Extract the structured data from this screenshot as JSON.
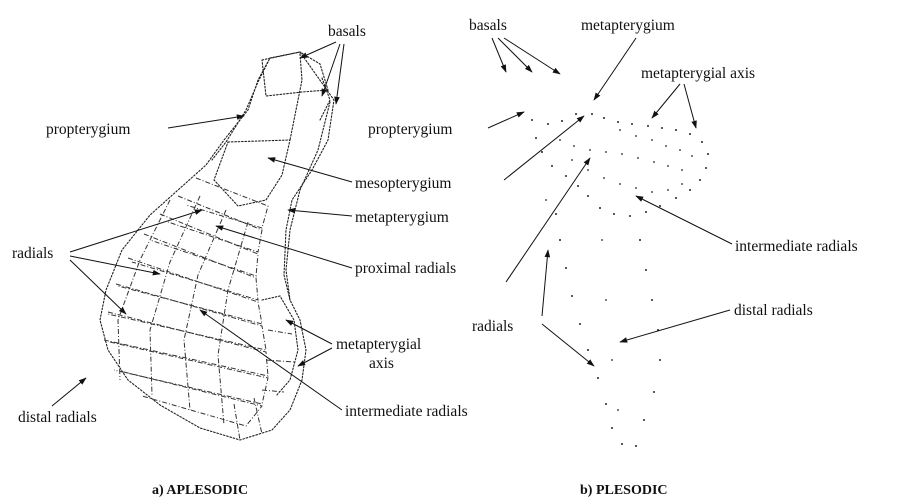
{
  "panel_a": {
    "caption": "a) APLESODIC",
    "labels": {
      "basals": "basals",
      "propterygium": "propterygium",
      "mesopterygium": "mesopterygium",
      "metapterygium": "metapterygium",
      "radials": "radials",
      "proximal_radials": "proximal radials",
      "metapterygial_axis_line1": "metapterygial",
      "metapterygial_axis_line2": "axis",
      "distal_radials": "distal radials",
      "intermediate_radials": "intermediate radials"
    }
  },
  "panel_b": {
    "caption": "b) PLESODIC",
    "labels": {
      "basals": "basals",
      "metapterygium": "metapterygium",
      "metapterygial_axis": "metapterygial axis",
      "propterygium": "propterygium",
      "intermediate_radials": "intermediate radials",
      "radials": "radials",
      "distal_radials": "distal radials"
    }
  }
}
